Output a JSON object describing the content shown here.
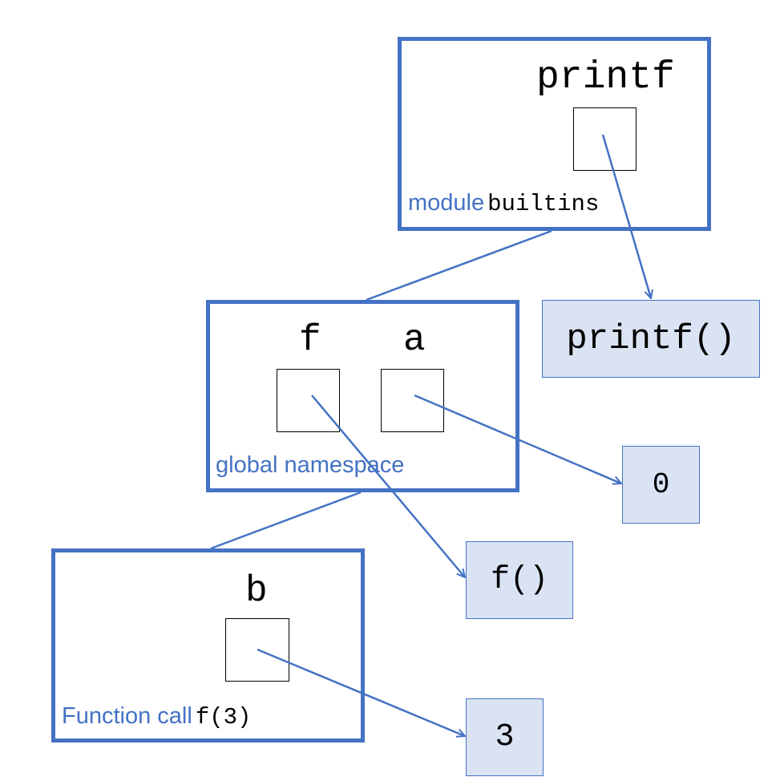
{
  "colors": {
    "frame_border": "#4472c4",
    "object_fill": "#dae3f3",
    "label_text": "#4472c4",
    "code_text": "#000000"
  },
  "frames": {
    "builtins": {
      "kind_label": "module",
      "ident_label": "builtins",
      "variables": [
        "printf"
      ]
    },
    "global": {
      "kind_label": "global namespace",
      "variables": [
        "f",
        "a"
      ]
    },
    "call": {
      "kind_label": "Function call",
      "ident_label": "f(3)",
      "variables": [
        "b"
      ]
    }
  },
  "objects": {
    "printf_fn": "printf()",
    "zero": "0",
    "f_fn": "f()",
    "three": "3"
  }
}
